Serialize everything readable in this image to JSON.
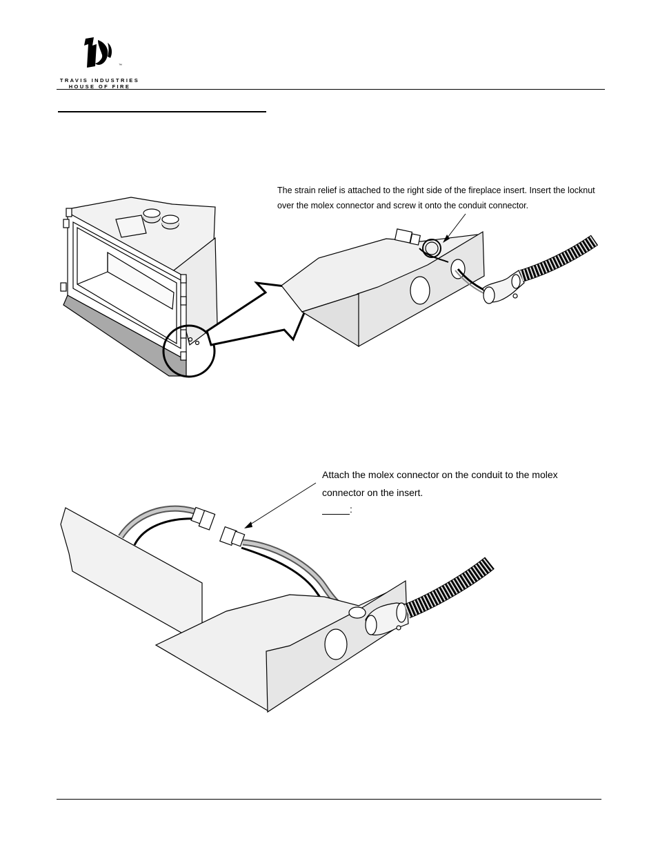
{
  "brand": {
    "line1": "TRAVIS INDUSTRIES",
    "line2": "HOUSE OF FIRE",
    "trademark": "™"
  },
  "figure1": {
    "caption": "The strain relief is attached to the right side of the fireplace insert.  Insert the locknut over the molex connector and screw it onto the conduit connector."
  },
  "figure2": {
    "caption": "Attach the molex connector on the conduit to the molex connector on the insert.",
    "note_suffix": ":"
  }
}
